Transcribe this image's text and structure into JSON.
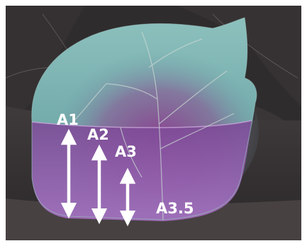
{
  "labels": {
    "a1": "A1",
    "a2": "A2",
    "a3": "A3",
    "a35": "A3.5"
  },
  "colors": {
    "frame": "#ffffff",
    "background_dark": "#2f2c2e",
    "background_panel": "#3a3637",
    "bottom_shelf": "#4a4445",
    "teal": "#6aa6a7",
    "teal_light": "#8cc0bd",
    "magenta": "#8c3d8f",
    "purple_band": "#8e4fa6",
    "purple_band_light": "#a56bbd",
    "vein": "#c9d6d2",
    "arrow": "#ffffff"
  },
  "arrows": [
    {
      "id": "a1",
      "length_ratio": 1.0
    },
    {
      "id": "a2",
      "length_ratio": 0.78
    },
    {
      "id": "a3",
      "length_ratio": 0.55
    }
  ]
}
